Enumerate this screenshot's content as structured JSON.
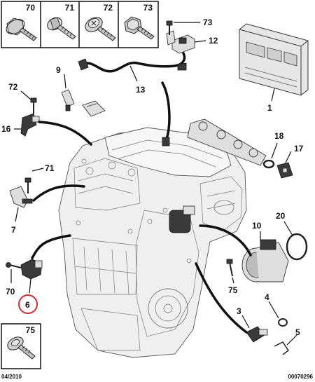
{
  "screw_panel": {
    "items": [
      {
        "ref": "70"
      },
      {
        "ref": "71"
      },
      {
        "ref": "72"
      },
      {
        "ref": "73"
      }
    ]
  },
  "callouts": {
    "c1": "1",
    "c3": "3",
    "c4": "4",
    "c5": "5",
    "c6": "6",
    "c7": "7",
    "c9": "9",
    "c10": "10",
    "c12": "12",
    "c13": "13",
    "c16": "16",
    "c17": "17",
    "c18": "18",
    "c20": "20",
    "c70": "70",
    "c71": "71",
    "c72": "72",
    "c73": "73",
    "c75": "75"
  },
  "bottom_panel": {
    "ref": "75"
  },
  "footer": {
    "date": "04/2010",
    "code": "00070296"
  },
  "highlight_color": "#d32b2b"
}
